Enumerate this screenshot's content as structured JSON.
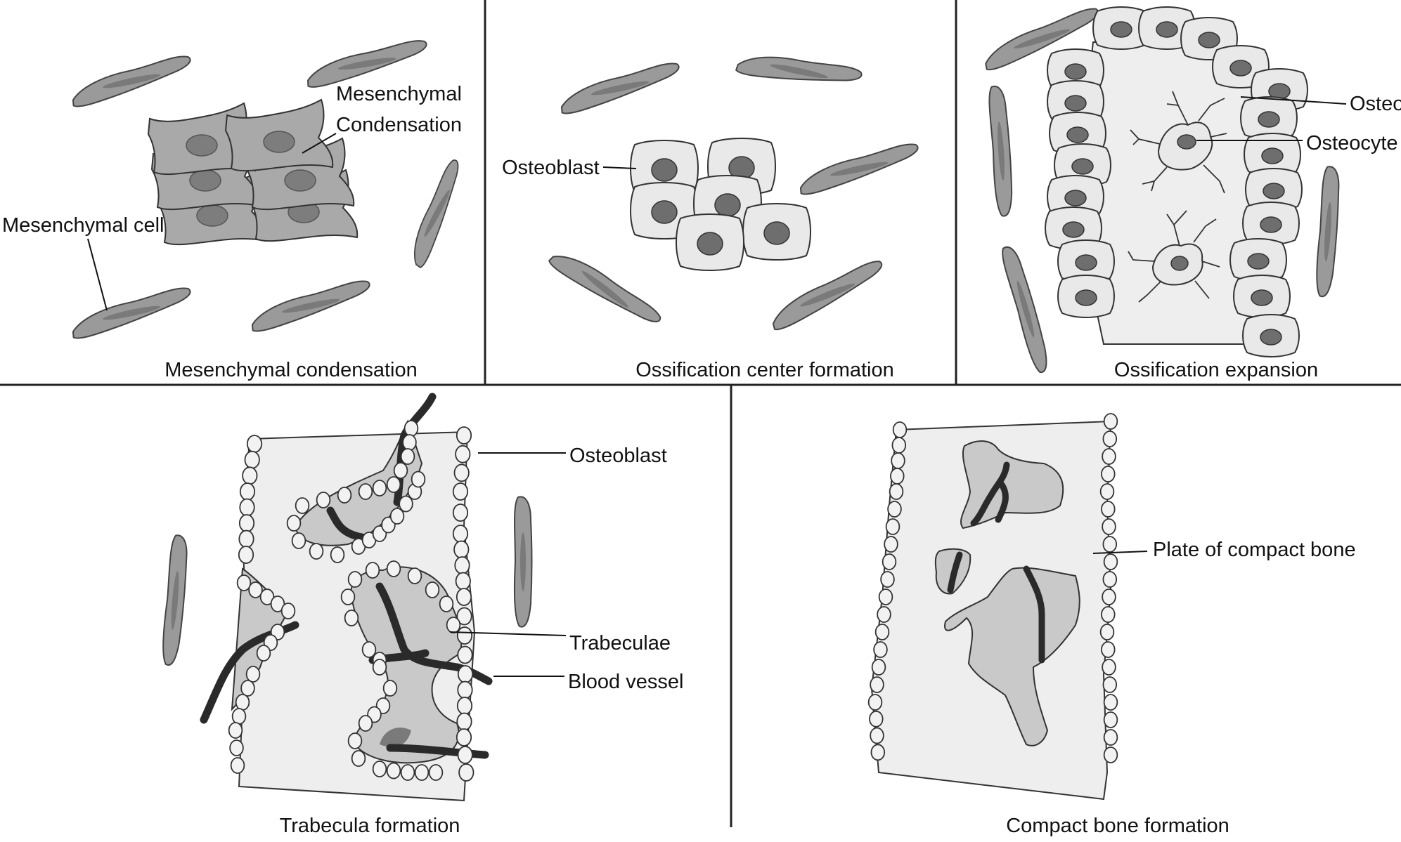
{
  "panels": {
    "p1": {
      "caption": "Mesenchymal condensation",
      "label_condensation_line1": "Mesenchymal",
      "label_condensation_line2": "Condensation",
      "label_cell": "Mesenchymal cell"
    },
    "p2": {
      "caption": "Ossification center formation",
      "label_osteoblast": "Osteoblast"
    },
    "p3": {
      "caption": "Ossification expansion",
      "label_osteoid": "Osteoid",
      "label_osteocyte": "Osteocyte"
    },
    "p4": {
      "caption": "Trabecula formation",
      "label_osteoblast": "Osteoblast",
      "label_trabeculae": "Trabeculae",
      "label_vessel": "Blood vessel"
    },
    "p5": {
      "caption": "Compact bone formation",
      "label_plate": "Plate of compact bone"
    }
  },
  "colors": {
    "mesenchymal_cell": "#9a9a9a",
    "osteoblast": "#e9e9e9",
    "matrix": "#eeeeee",
    "trabeculae": "#c9c9c9",
    "blood_vessel": "#2a2a2a"
  }
}
